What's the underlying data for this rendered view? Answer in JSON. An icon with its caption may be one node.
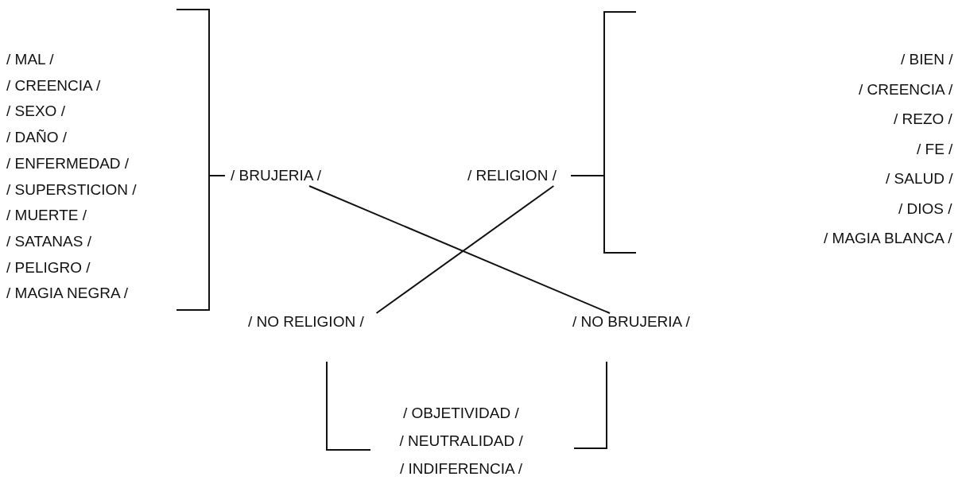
{
  "diagram": {
    "nodes": [
      {
        "text": [
          "/ BRUJERIA /"
        ]
      },
      {
        "text": [
          "/ RELIGION /"
        ]
      },
      {
        "text": [
          "/ NO RELIGION /"
        ]
      },
      {
        "text": [
          "/ NO BRUJERIA /"
        ]
      }
    ],
    "edges": [
      {
        "from": 0,
        "to": 3,
        "arrow": "none"
      },
      {
        "from": 1,
        "to": 2,
        "arrow": "none"
      }
    ],
    "labels": [
      "/ MAL /",
      "/ CREENCIA /",
      "/ SEXO /",
      "/ DAÑO /",
      "/ ENFERMEDAD /",
      "/ SUPERSTICION /",
      "/ MUERTE /",
      "/ SATANAS /",
      "/ PELIGRO /",
      "/ MAGIA NEGRA /",
      "/ BIEN /",
      "/ CREENCIA /",
      "/ REZO /",
      "/ FE /",
      "/ SALUD /",
      "/ DIOS /",
      "/ MAGIA BLANCA /",
      "/ OBJETIVIDAD /",
      "/ NEUTRALIDAD /",
      "/ INDIFERENCIA /"
    ]
  }
}
